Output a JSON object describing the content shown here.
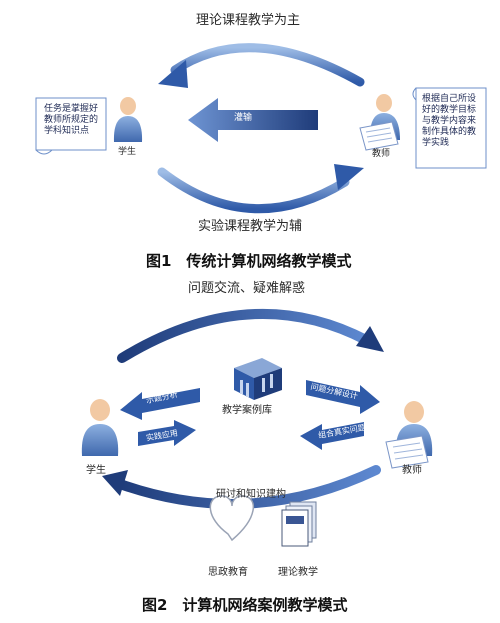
{
  "figure1": {
    "top_label": "理论课程教学为主",
    "bottom_label": "实验课程教学为辅",
    "center_arrow_label": "灌输",
    "student_label": "学生",
    "teacher_label": "教师",
    "student_note": "任务是掌握好\n教师所规定的\n学科知识点",
    "teacher_note": "根据自己所设\n好的教学目标\n与教学内容来\n制作具体的教\n学实践",
    "caption": "图1　传统计算机网络教学模式"
  },
  "figure2": {
    "top_label": "问题交流、疑难解惑",
    "center_label": "教学案例库",
    "left_upper_arrow": "示题分析",
    "left_lower_arrow": "实践应用",
    "right_upper_arrow": "问题分解设计",
    "right_lower_arrow": "组合真实问题",
    "student_label": "学生",
    "teacher_label": "教师",
    "bottom_label": "研讨和知识建构",
    "heart_label": "思政教育",
    "book_label": "理论教学",
    "caption": "图2　计算机网络案例教学模式"
  },
  "colors": {
    "arrow_dark": "#1f3c7a",
    "arrow_mid": "#3a6cc0",
    "arrow_light": "#9fbde6",
    "person_blue": "#5a86c6",
    "skin": "#f2c9a3"
  }
}
